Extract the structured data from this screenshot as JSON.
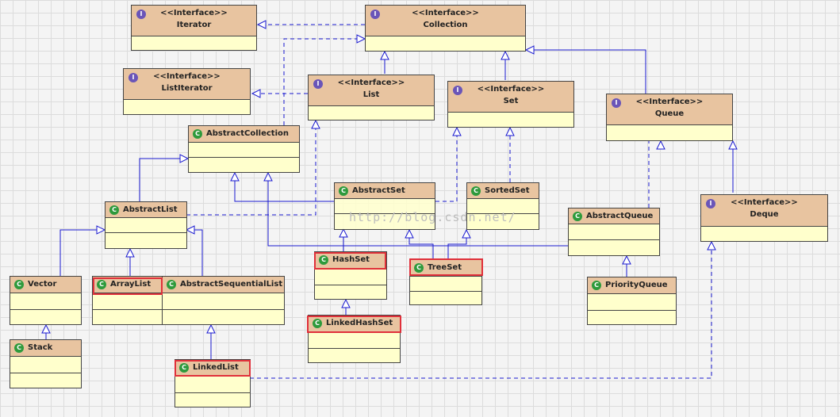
{
  "interfaces": [
    {
      "id": "iterator",
      "stereotype": "<<Interface>>",
      "name": "Iterator"
    },
    {
      "id": "collection",
      "stereotype": "<<Interface>>",
      "name": "Collection"
    },
    {
      "id": "listiterator",
      "stereotype": "<<Interface>>",
      "name": "ListIterator"
    },
    {
      "id": "list",
      "stereotype": "<<Interface>>",
      "name": "List"
    },
    {
      "id": "set",
      "stereotype": "<<Interface>>",
      "name": "Set"
    },
    {
      "id": "queue",
      "stereotype": "<<Interface>>",
      "name": "Queue"
    },
    {
      "id": "deque",
      "stereotype": "<<Interface>>",
      "name": "Deque"
    }
  ],
  "classes": [
    {
      "id": "abstractcollection",
      "name": "AbstractCollection"
    },
    {
      "id": "abstractlist",
      "name": "AbstractList"
    },
    {
      "id": "abstractset",
      "name": "AbstractSet"
    },
    {
      "id": "sortedset",
      "name": "SortedSet"
    },
    {
      "id": "abstractqueue",
      "name": "AbstractQueue"
    },
    {
      "id": "vector",
      "name": "Vector"
    },
    {
      "id": "arraylist",
      "name": "ArrayList",
      "highlighted": true
    },
    {
      "id": "abstractsequentiallist",
      "name": "AbstractSequentialList"
    },
    {
      "id": "hashset",
      "name": "HashSet",
      "highlighted": true
    },
    {
      "id": "treeset",
      "name": "TreeSet",
      "highlighted": true
    },
    {
      "id": "priorityqueue",
      "name": "PriorityQueue"
    },
    {
      "id": "stack",
      "name": "Stack"
    },
    {
      "id": "linkedhashset",
      "name": "LinkedHashSet",
      "highlighted": true
    },
    {
      "id": "linkedlist",
      "name": "LinkedList",
      "highlighted": true
    }
  ],
  "colors": {
    "header": "#e8c4a0",
    "body": "#ffffcc",
    "line": "#1a1ad0",
    "highlight": "#e0303a",
    "interface_icon": "#6a55b8",
    "class_icon": "#2e9a3c"
  },
  "icons": {
    "interface": "I",
    "class": "C"
  },
  "watermark": "http://blog.csdn.net/"
}
